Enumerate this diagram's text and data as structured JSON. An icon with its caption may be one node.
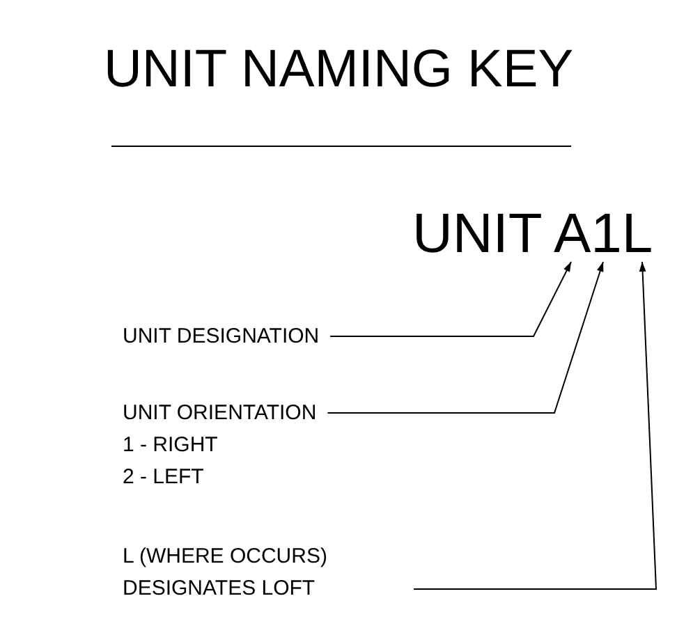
{
  "diagram": {
    "title": "UNIT NAMING KEY",
    "nodes": [
      {
        "text": [
          "UNIT DESIGNATION"
        ]
      },
      {
        "text": [
          "UNIT ORIENTATION",
          "1 - RIGHT",
          "2 - LEFT"
        ]
      },
      {
        "text": [
          "L (WHERE OCCURS) DESIGNATES LOFT"
        ]
      },
      {
        "text": [
          "UNIT A1L"
        ]
      }
    ],
    "edges": [
      {
        "from": 0,
        "to": 3,
        "arrow": "to"
      },
      {
        "from": 1,
        "to": 3,
        "arrow": "to"
      },
      {
        "from": 2,
        "to": 3,
        "arrow": "to"
      }
    ]
  }
}
